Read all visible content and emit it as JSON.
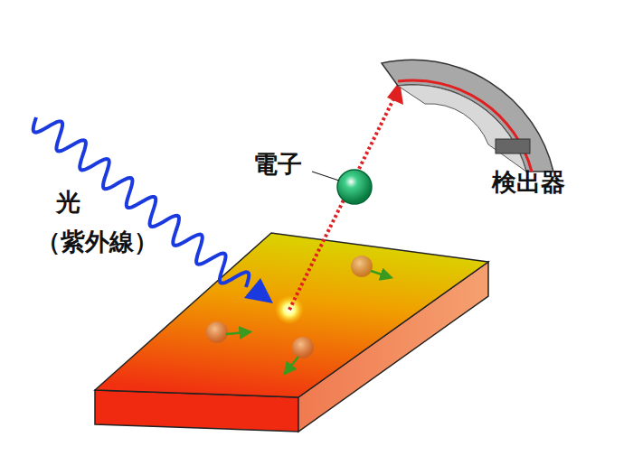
{
  "diagram": {
    "labels": [
      "光",
      "（紫外線）",
      "電子",
      "検出器"
    ]
  }
}
